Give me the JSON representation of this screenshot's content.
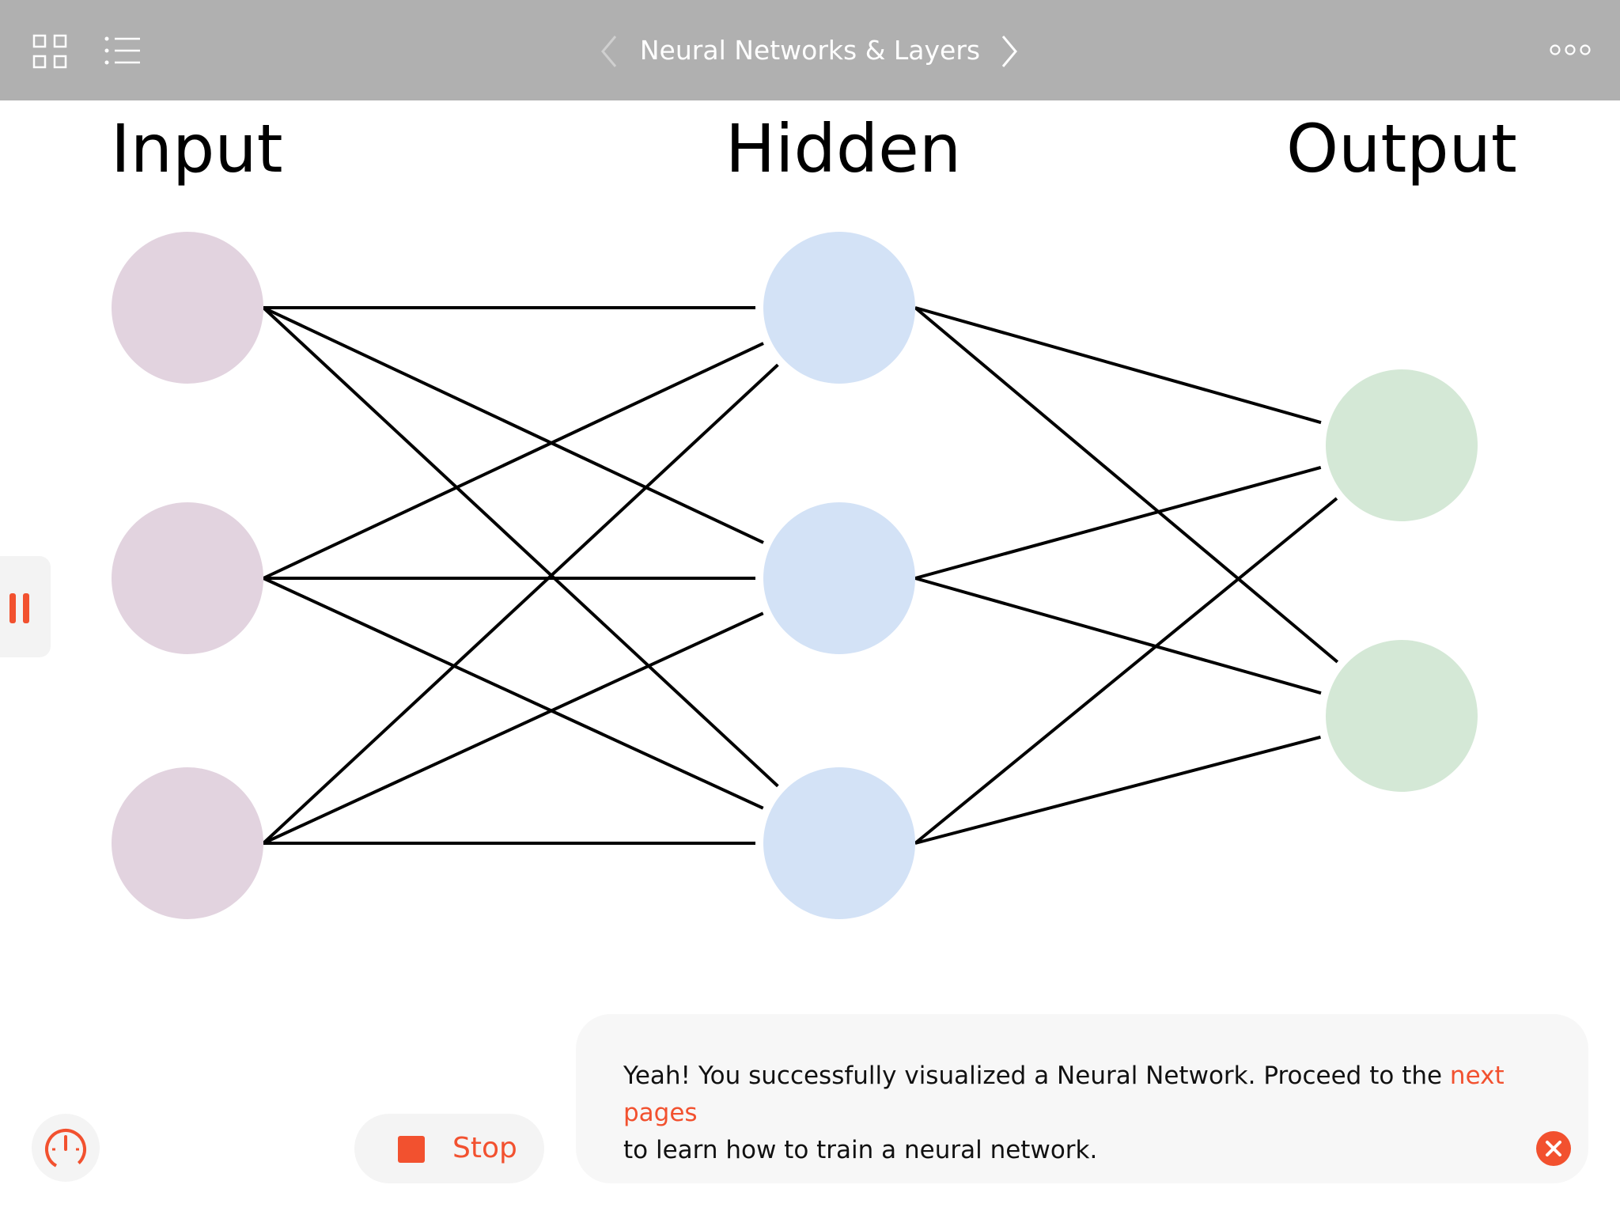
{
  "header": {
    "title": "Neural Networks & Layers",
    "icons": {
      "grid": "grid-icon",
      "list": "list-icon",
      "prev": "chevron-left-icon",
      "next": "chevron-right-icon",
      "more": "more-icon"
    }
  },
  "network": {
    "headings": {
      "input": "Input",
      "hidden": "Hidden",
      "output": "Output"
    },
    "layer_sizes": {
      "input": 3,
      "hidden": 3,
      "output": 2
    },
    "colors": {
      "input": "#e2d3df",
      "hidden": "#d3e2f6",
      "output": "#d4e8d6",
      "edge": "#000000"
    }
  },
  "sidebar": {
    "pause_icon": "pause-icon"
  },
  "controls": {
    "speed_icon": "speedometer-icon",
    "stop_label": "Stop",
    "stop_icon": "stop-icon"
  },
  "message": {
    "text_before": "Yeah! You successfully visualized a Neural Network. Proceed to the ",
    "link_text": "next pages",
    "text_after": "to learn how to train a neural network.",
    "close_icon": "close-icon"
  },
  "colors": {
    "accent": "#f2512f",
    "topbar": "#b0b0b0"
  }
}
